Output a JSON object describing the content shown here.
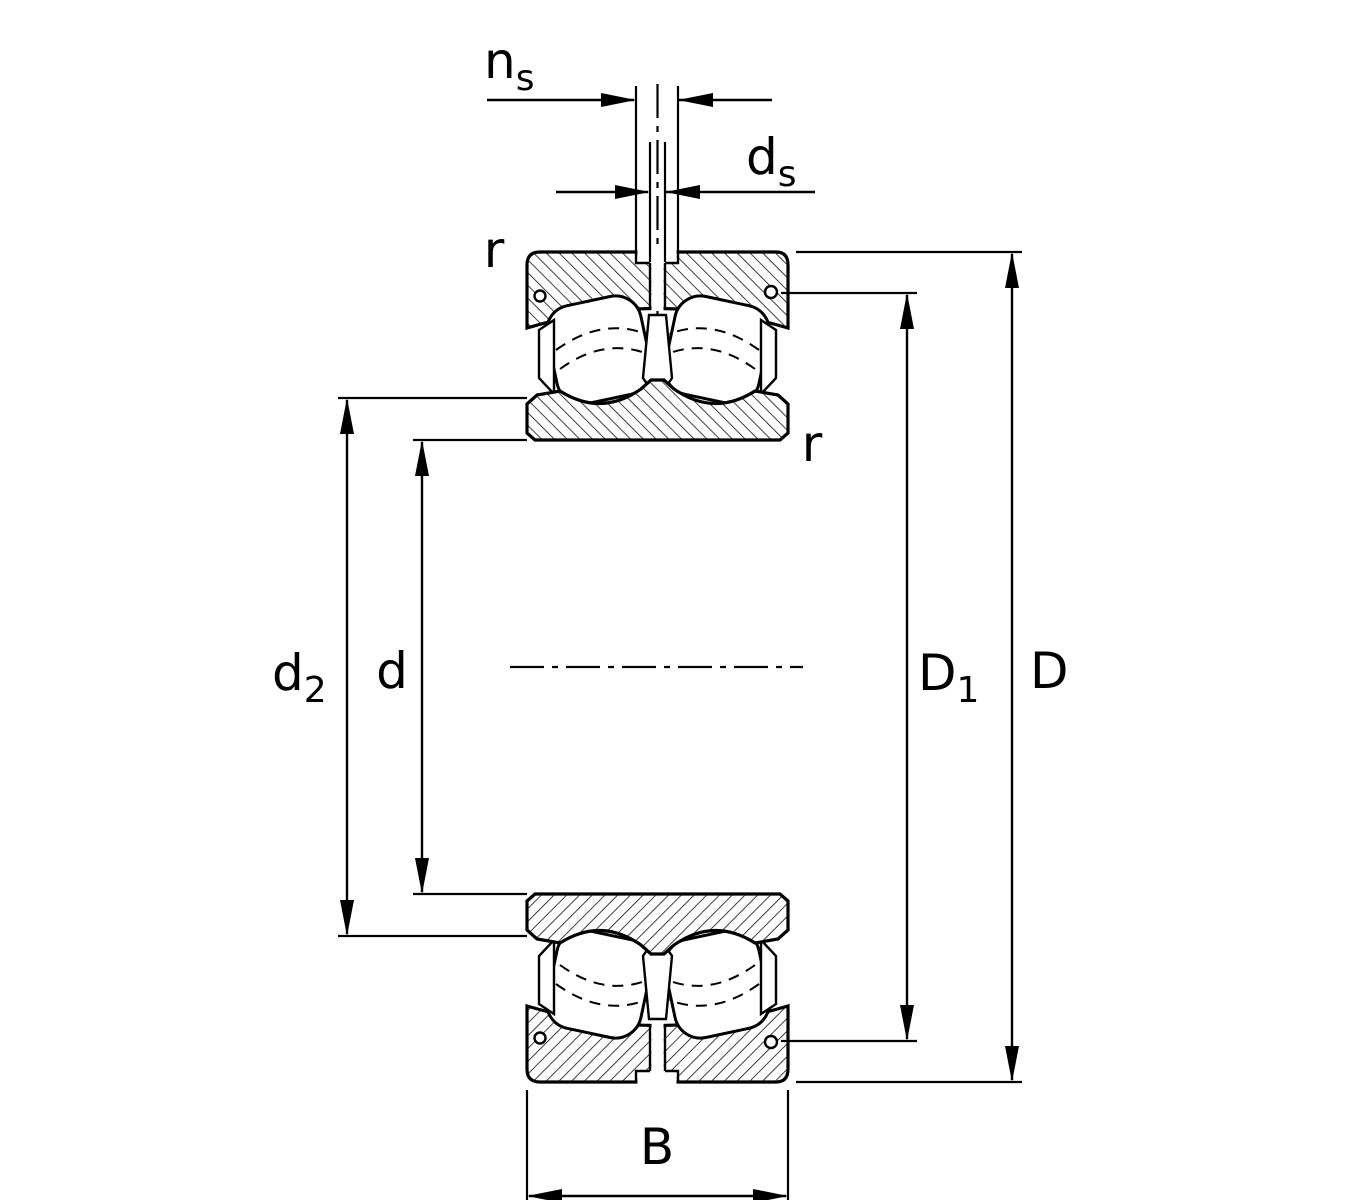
{
  "dimensions": {
    "ns": {
      "base": "n",
      "sub": "s"
    },
    "ds": {
      "base": "d",
      "sub": "s"
    },
    "r_outer": {
      "base": "r",
      "sub": ""
    },
    "r_inner": {
      "base": "r",
      "sub": ""
    },
    "d2": {
      "base": "d",
      "sub": "2"
    },
    "d": {
      "base": "d",
      "sub": ""
    },
    "D1": {
      "base": "D",
      "sub": "1"
    },
    "D": {
      "base": "D",
      "sub": ""
    },
    "B": {
      "base": "B",
      "sub": ""
    }
  },
  "colors": {
    "line": "#000000",
    "background": "#ffffff"
  }
}
